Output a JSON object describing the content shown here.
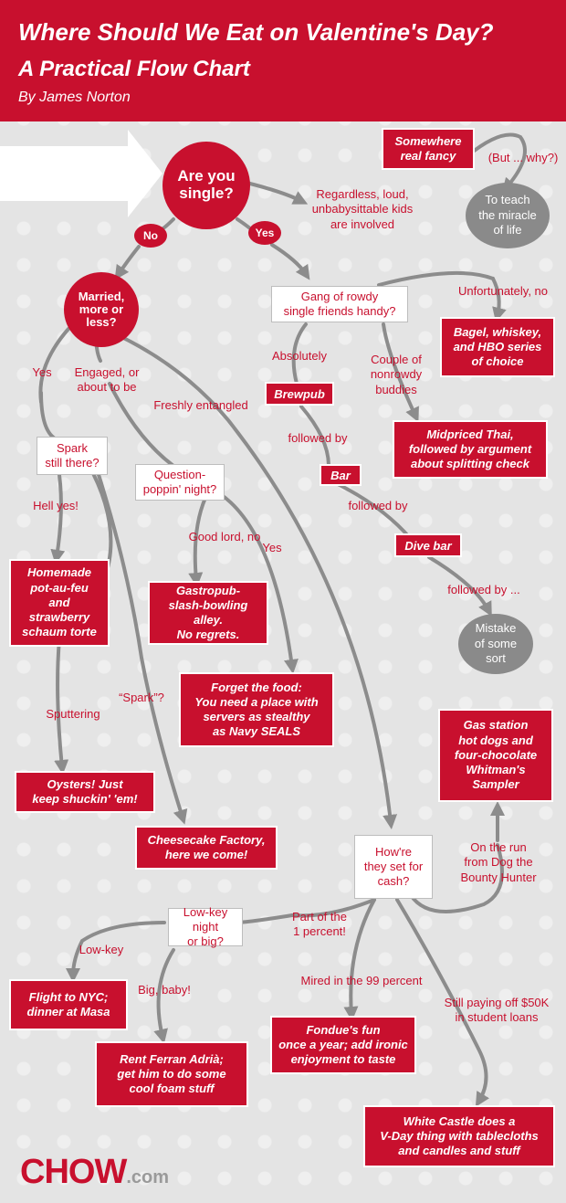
{
  "header": {
    "title_line1": "Where Should We Eat on Valentine's Day?",
    "title_line2": "A Practical Flow Chart",
    "byline": "By James Norton"
  },
  "nodes": {
    "start": "Are you\nsingle?",
    "no": "No",
    "yes": "Yes",
    "regardless": "Regardless, loud,\nunbabysittable kids\nare involved",
    "somewhere_fancy": "Somewhere\nreal fancy",
    "but_why": "(But ... why?)",
    "to_teach": "To teach\nthe miracle\nof life",
    "married": "Married,\nmore or\nless?",
    "gang": "Gang of rowdy\nsingle friends handy?",
    "unfortunately": "Unfortunately, no",
    "bagel": "Bagel, whiskey,\nand HBO series\nof choice",
    "absolutely": "Absolutely",
    "couple": "Couple of\nnonrowdy\nbuddies",
    "brewpub": "Brewpub",
    "followed_by_1": "followed by",
    "bar": "Bar",
    "followed_by_2": "followed by",
    "dive_bar": "Dive bar",
    "followed_by_3": "followed by ...",
    "mistake": "Mistake\nof some\nsort",
    "midpriced_thai": "Midpriced Thai,\nfollowed by argument\nabout splitting check",
    "married_yes": "Yes",
    "engaged": "Engaged, or\nabout to be",
    "freshly": "Freshly entangled",
    "spark": "Spark\nstill there?",
    "hell_yes": "Hell yes!",
    "homemade": "Homemade\npot-au-feu\nand\nstrawberry\nschaum torte",
    "question_night": "Question-\npoppin' night?",
    "good_lord": "Good lord, no",
    "qn_yes": "Yes",
    "gastropub": "Gastropub-\nslash-bowling alley.\nNo regrets.",
    "forget_food": "Forget the food:\nYou need a place with\nservers as stealthy\nas Navy SEALS",
    "sputtering": "Sputtering",
    "spark_quote": "“Spark”?",
    "oysters": "Oysters! Just\nkeep shuckin' 'em!",
    "cheesecake": "Cheesecake Factory,\nhere we come!",
    "gas_station": "Gas station\nhot dogs and\nfour-chocolate\nWhitman's\nSampler",
    "on_the_run": "On the run\nfrom Dog the\nBounty Hunter",
    "cash": "How're\nthey set for\ncash?",
    "one_percent": "Part of the\n1 percent!",
    "lowkey_q": "Low-key night\nor big?",
    "lowkey": "Low-key",
    "big_baby": "Big, baby!",
    "flight": "Flight to NYC;\ndinner at Masa",
    "ferran": "Rent Ferran Adrià;\nget him to do some\ncool foam stuff",
    "mired": "Mired in the 99 percent",
    "fondue": "Fondue's fun\nonce a year; add ironic\nenjoyment to taste",
    "student_loans": "Still paying off $50K\nin student loans",
    "white_castle": "White Castle does a\nV-Day thing with tablecloths\nand candles and stuff"
  },
  "logo": {
    "main": "CHOW",
    "suffix": ".com"
  },
  "colors": {
    "accent": "#c8102e",
    "gray_circle": "#8a8a8a",
    "background": "#e4e4e4",
    "connector": "#8c8c8c"
  }
}
